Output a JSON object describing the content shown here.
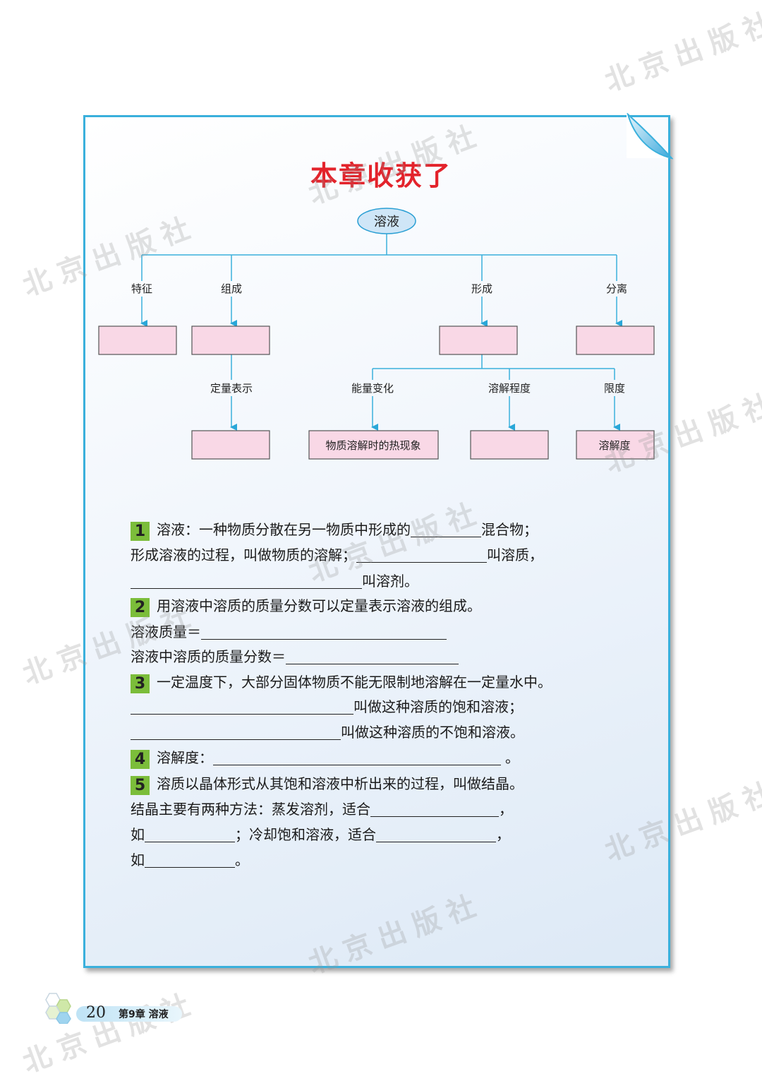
{
  "watermark": "北京出版社",
  "title": "本章收获了",
  "diagram": {
    "root": "溶液",
    "branches": [
      "特征",
      "组成",
      "形成",
      "分离"
    ],
    "sub_branches": [
      "定量表示",
      "能量变化",
      "溶解程度",
      "限度"
    ],
    "boxes": [
      "",
      "物质溶解时的热现象",
      "",
      "溶解度"
    ]
  },
  "questions": {
    "q1": {
      "num": "1",
      "l1a": "溶液：一种物质分散在另一物质中形成的",
      "l1b": "混合物；",
      "l2a": "形成溶液的过程，叫做物质的溶解；",
      "l2b": "叫溶质，",
      "l3": "叫溶剂。"
    },
    "q2": {
      "num": "2",
      "l1": "用溶液中溶质的质量分数可以定量表示溶液的组成。",
      "l2": "溶液质量＝",
      "l3": "溶液中溶质的质量分数＝"
    },
    "q3": {
      "num": "3",
      "l1": "一定温度下，大部分固体物质不能无限制地溶解在一定量水中。",
      "l2": "叫做这种溶质的饱和溶液；",
      "l3": "叫做这种溶质的不饱和溶液。"
    },
    "q4": {
      "num": "4",
      "l1a": "溶解度：",
      "l1b": "。"
    },
    "q5": {
      "num": "5",
      "l1": "溶质以晶体形式从其饱和溶液中析出来的过程，叫做结晶。",
      "l2a": "结晶主要有两种方法：蒸发溶剂，适合",
      "l2b": "，",
      "l3a": "如",
      "l3b": "；冷却饱和溶液，适合",
      "l3c": "，",
      "l4a": "如",
      "l4b": "。"
    }
  },
  "footer": {
    "page": "20",
    "chapter": "第9章  溶液"
  }
}
